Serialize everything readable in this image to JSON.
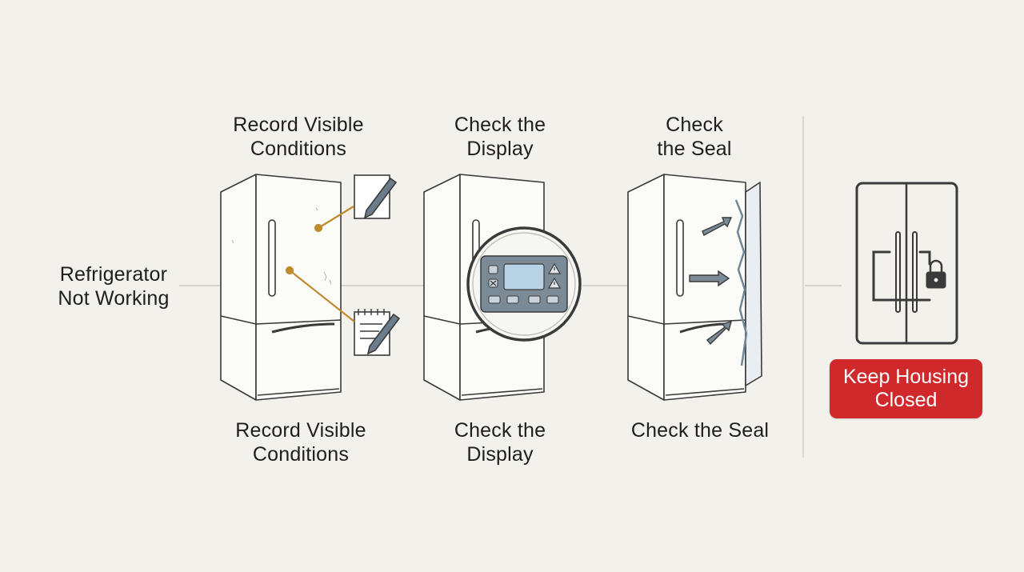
{
  "start": {
    "label": "Refrigerator\nNot Working"
  },
  "steps": [
    {
      "top_label": "Record Visible\nConditions",
      "bottom_label": "Record Visible\nConditions",
      "icon": "clipboard-pencil-icon"
    },
    {
      "top_label": "Check the\nDisplay",
      "bottom_label": "Check the\nDisplay",
      "icon": "control-panel-icon"
    },
    {
      "top_label": "Check\nthe Seal",
      "bottom_label": "Check the Seal",
      "icon": "door-seal-arrows-icon"
    }
  ],
  "end": {
    "badge": "Keep Housing\nClosed",
    "icon": "locked-refrigerator-icon"
  },
  "colors": {
    "accent": "#d0292c",
    "connector": "#c08a2e",
    "ink": "#3a3a3a",
    "display": "#b9d3e6"
  }
}
